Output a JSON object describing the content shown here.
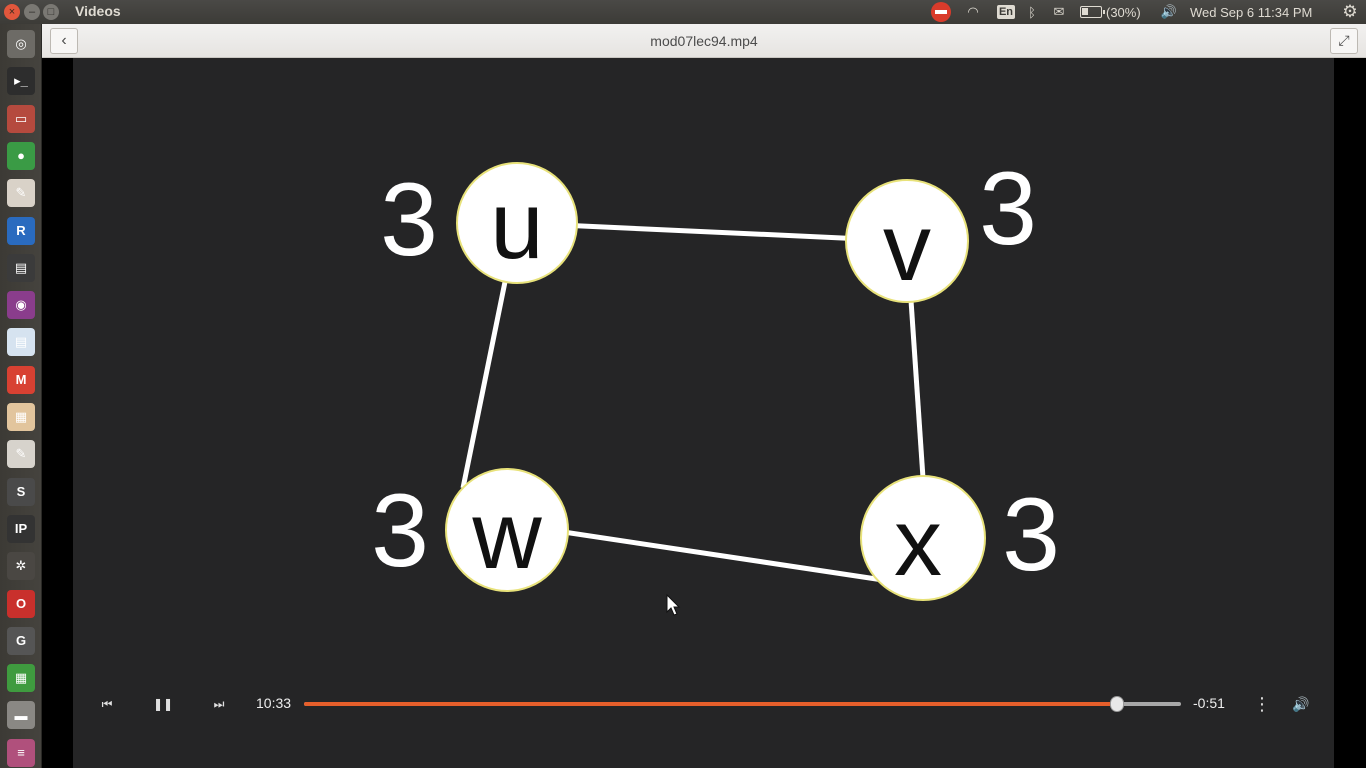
{
  "topbar": {
    "app_title": "Videos",
    "close": "×",
    "minimize": "–",
    "maximize": "□",
    "keyboard": "En",
    "battery": "(30%)",
    "clock": "Wed Sep  6 11:34 PM",
    "gear": "⚙",
    "wifi": "◠",
    "bluetooth": "ᛒ",
    "mail": "✉",
    "volume": "🔊"
  },
  "launcher": {
    "items": [
      {
        "icon": "dash-icon",
        "glyph": "◎",
        "color": "#6d6b66"
      },
      {
        "icon": "terminal-icon",
        "glyph": "▸_",
        "color": "#2d2d2d"
      },
      {
        "icon": "files-icon",
        "glyph": "▭",
        "color": "#b54a3e"
      },
      {
        "icon": "chrome-icon",
        "glyph": "●",
        "color": "#3a9b45"
      },
      {
        "icon": "pdf-reader-icon",
        "glyph": "✎",
        "color": "#d9d2c8"
      },
      {
        "icon": "r-icon",
        "glyph": "R",
        "color": "#2a6bbf"
      },
      {
        "icon": "video-editor-icon",
        "glyph": "▤",
        "color": "#3b3b3b"
      },
      {
        "icon": "screenshot-icon",
        "glyph": "◉",
        "color": "#8a3d8c"
      },
      {
        "icon": "document-viewer-icon",
        "glyph": "▤",
        "color": "#d6e3f0"
      },
      {
        "icon": "gmail-icon",
        "glyph": "M",
        "color": "#d84132"
      },
      {
        "icon": "presentation-icon",
        "glyph": "▦",
        "color": "#e2c59d"
      },
      {
        "icon": "text-editor-icon",
        "glyph": "✎",
        "color": "#d7d3cc"
      },
      {
        "icon": "sublime-icon",
        "glyph": "S",
        "color": "#4a4a4a"
      },
      {
        "icon": "ipython-icon",
        "glyph": "IP",
        "color": "#333"
      },
      {
        "icon": "network-icon",
        "glyph": "✲",
        "color": "#4a4743"
      },
      {
        "icon": "opera-icon",
        "glyph": "O",
        "color": "#c9302c"
      },
      {
        "icon": "geogebra-icon",
        "glyph": "G",
        "color": "#555"
      },
      {
        "icon": "spreadsheet-icon",
        "glyph": "▦",
        "color": "#3f9b3f"
      },
      {
        "icon": "drive-icon",
        "glyph": "▬",
        "color": "#8a8884"
      },
      {
        "icon": "stack-icon",
        "glyph": "≡",
        "color": "#b0507c"
      }
    ]
  },
  "header": {
    "back": "‹",
    "title": "mod07lec94.mp4",
    "fullscreen": "⤢"
  },
  "video": {
    "nodes": [
      {
        "label": "u",
        "degree": "3"
      },
      {
        "label": "v",
        "degree": "3"
      },
      {
        "label": "w",
        "degree": "3"
      },
      {
        "label": "x",
        "degree": "3"
      }
    ]
  },
  "controls": {
    "prev": "⏮",
    "pause": "❚❚",
    "next": "⏭",
    "elapsed": "10:33",
    "remaining": "-0:51",
    "progress": 0.927,
    "menu": "⋮",
    "volume": "🔊"
  }
}
